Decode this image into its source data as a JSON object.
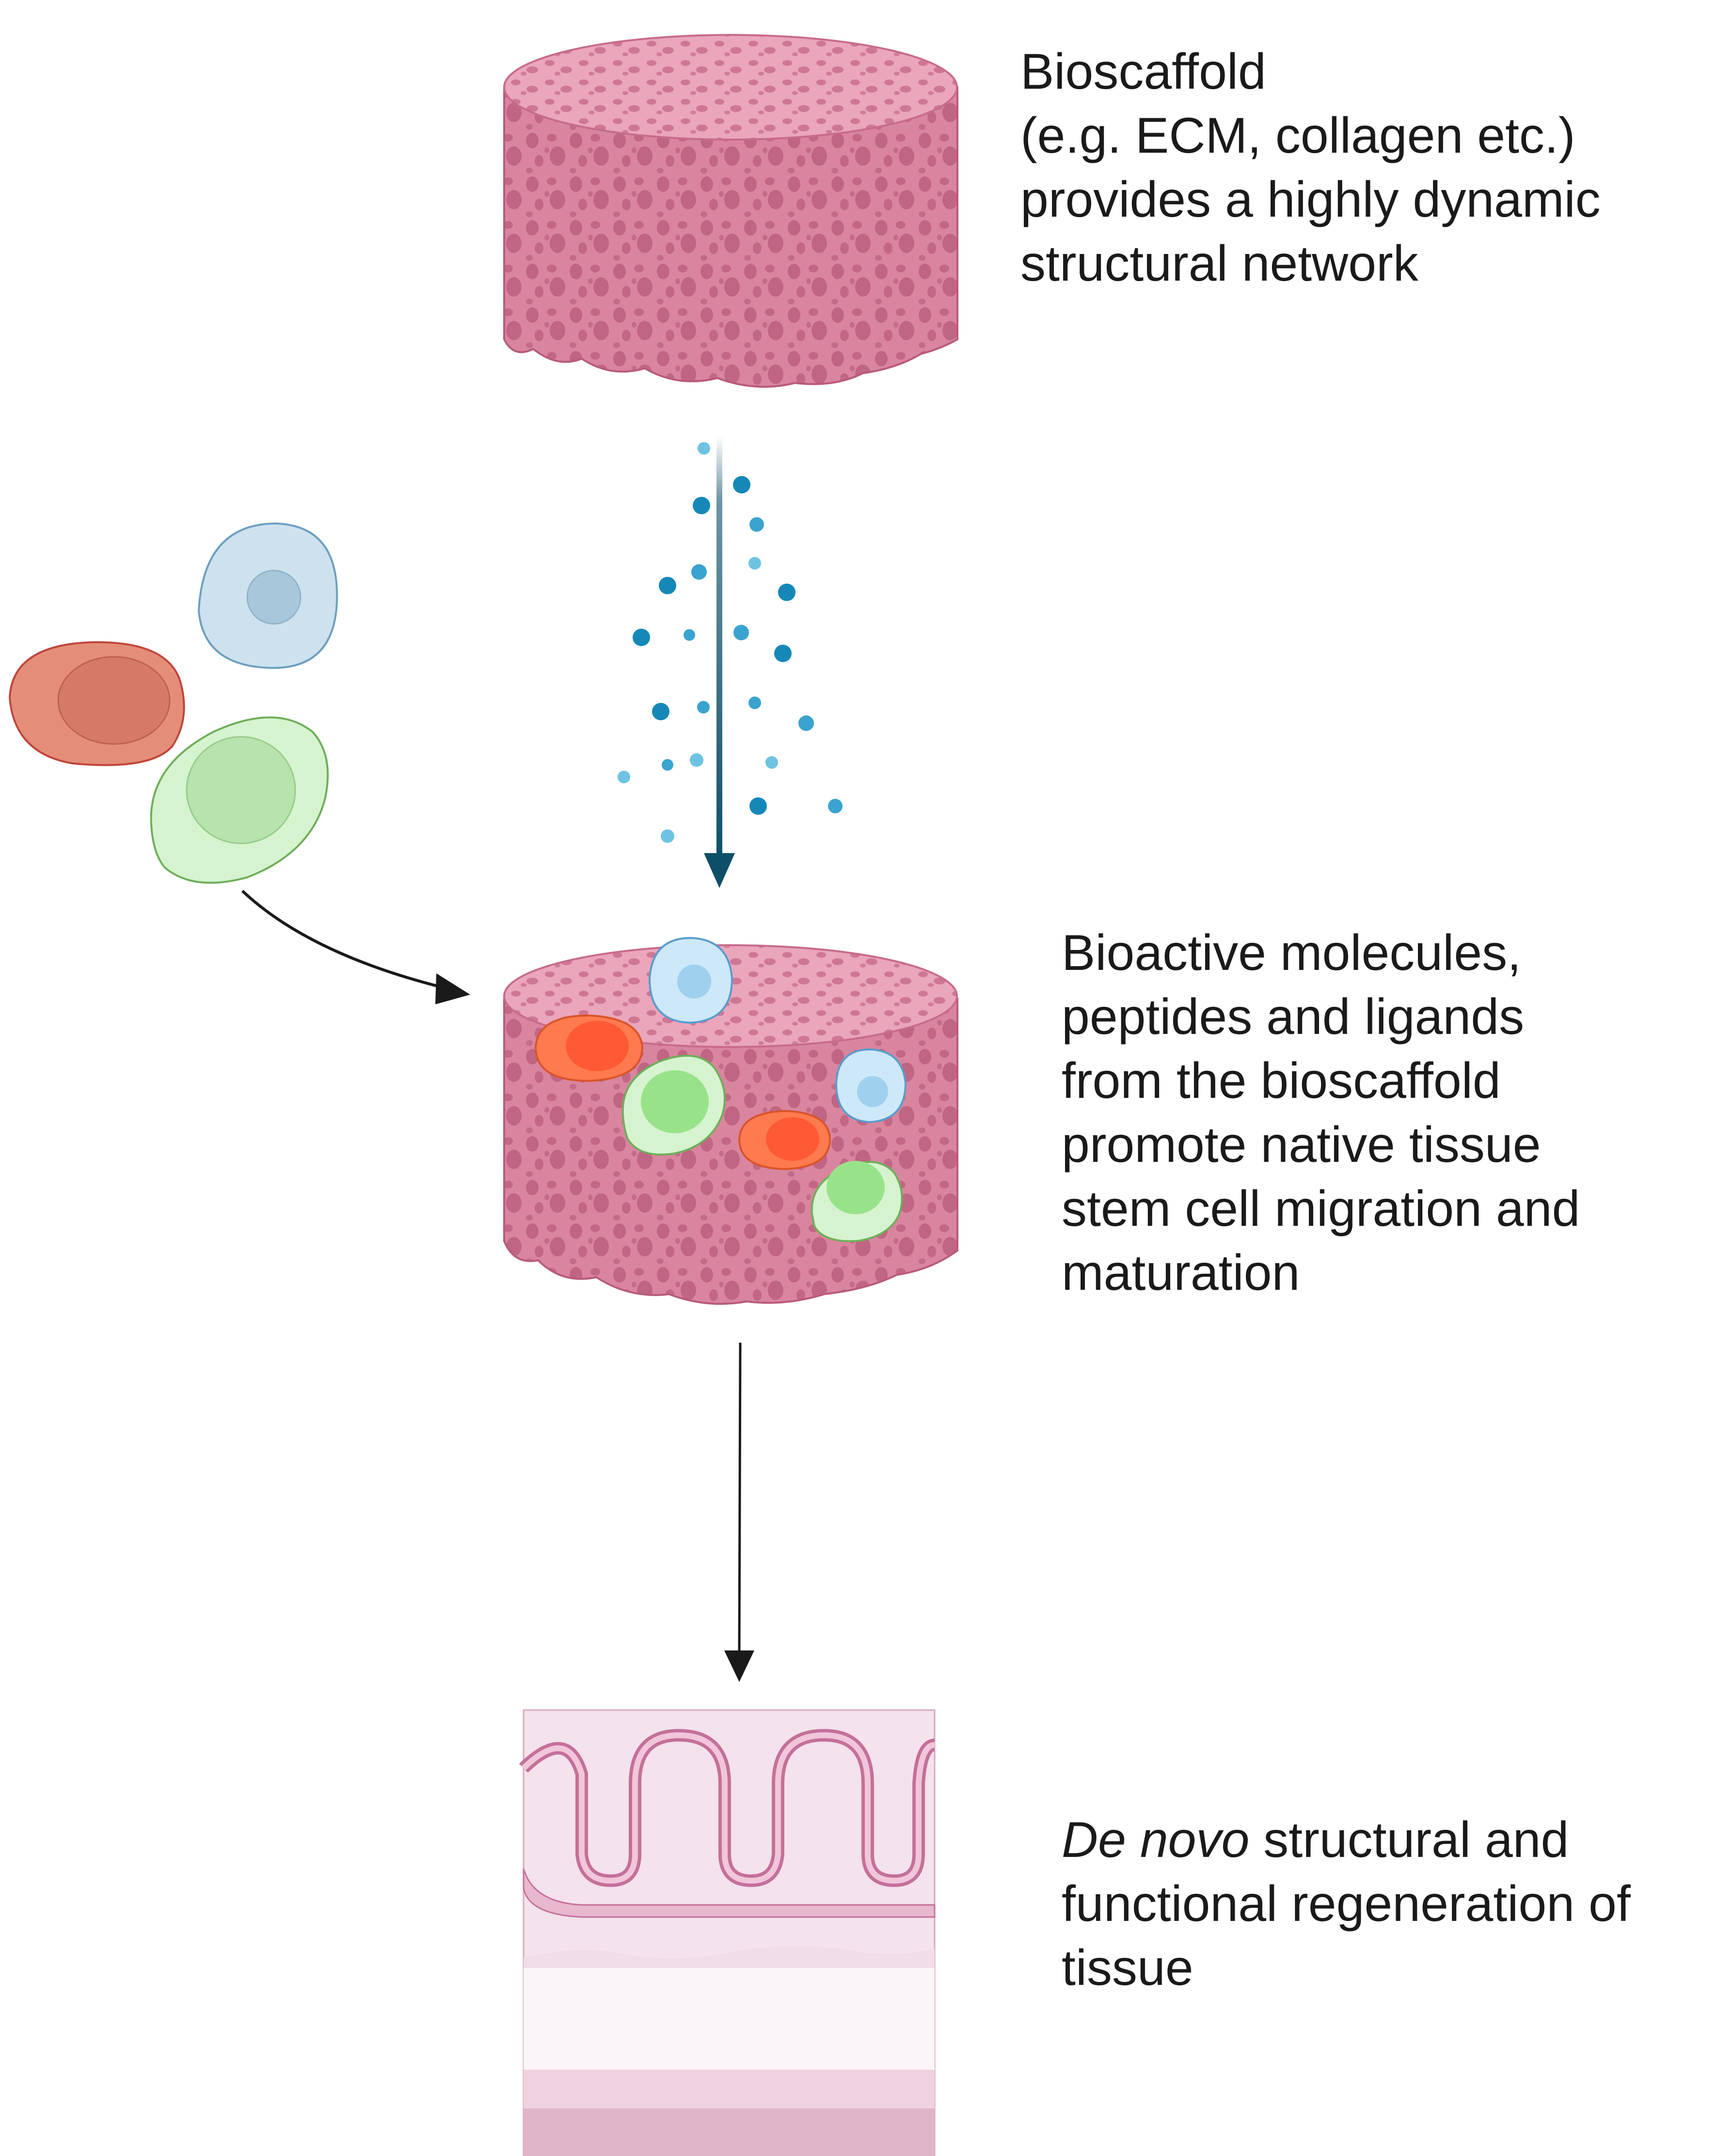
{
  "captions": {
    "scaffold": {
      "lines": [
        "Bioscaffold",
        "(e.g. ECM, collagen etc.)",
        "provides a highly dynamic",
        "structural network"
      ]
    },
    "bioactive": {
      "lines": [
        "Bioactive molecules,",
        "peptides and ligands",
        "from the bioscaffold",
        "promote native tissue",
        "stem cell migration and",
        "maturation"
      ]
    },
    "regeneration": {
      "italic_part": "De novo",
      "line1_rest": " structural and",
      "line2": "functional regeneration of",
      "line3": "tissue"
    }
  },
  "colors": {
    "scaffold_side": "#d9859f",
    "scaffold_top": "#eaa6bb",
    "scaffold_pore": "#b85a7b",
    "molecule": "#1588b8",
    "molecule_light": "#6ec3e3",
    "arrow_blue": "#0d4f68",
    "arrow_black": "#1a1a1a",
    "cell_blue": "#cde2ee",
    "cell_red": "#e48e7a",
    "cell_green": "#d6f3cf",
    "cell_orange": "#ff7a4f",
    "tissue_pink": "#f4e2ec",
    "tissue_line": "#c4709a"
  }
}
